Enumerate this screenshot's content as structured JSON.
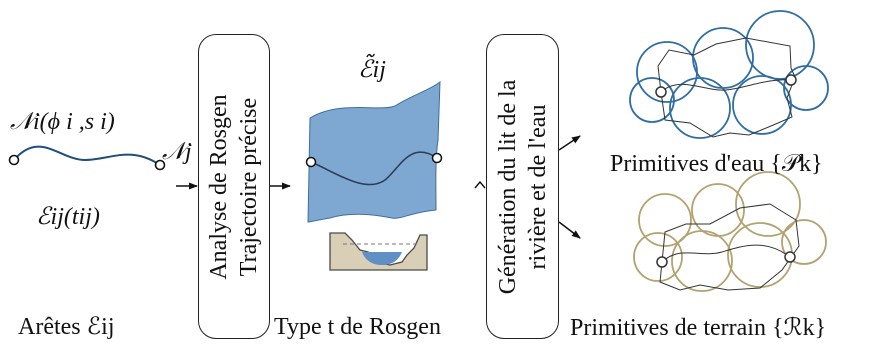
{
  "labels": {
    "node_i": "𝒩i(ϕ i ,s i)",
    "node_j": "𝒩j",
    "edge_param": "ℰij(tij)",
    "edges_caption": "Arêtes ℰij",
    "edge_tilde": "ℰ̃ij",
    "rosgen_type_caption": "Type t de Rosgen",
    "water_primitives": "Primitives d'eau {𝒫k}",
    "terrain_primitives": "Primitives de terrain {ℛk}"
  },
  "boxes": {
    "rosgen_analysis_line1": "Analyse de Rosgen",
    "rosgen_analysis_line2": "Trajectoire précise",
    "generation_line1": "Génération du lit de la",
    "generation_line2": "rivière et de l'eau"
  },
  "colors": {
    "edge_curve": "#1f4f7a",
    "channel_fill": "#7ea8d1",
    "water_circles": "#2f6ea5",
    "terrain_circles": "#b3a270",
    "cross_section_bank": "#d8cfb6",
    "cross_section_water": "#5f8fc4"
  }
}
